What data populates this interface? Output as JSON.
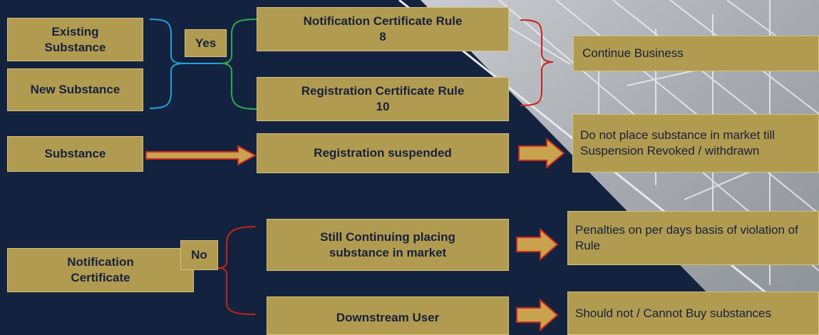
{
  "boxes": {
    "existing_substance": "Existing Substance",
    "new_substance": "New Substance",
    "yes_label": "Yes",
    "notification_certificate_rule8": "Notification Certificate Rule 8",
    "registration_certificate_rule10": "Registration Certificate Rule 10",
    "continue_business": "Continue Business",
    "substance": "Substance",
    "registration_suspended": "Registration suspended",
    "do_not_place": "Do not place substance in market till Suspension Revoked / withdrawn",
    "notification_certificate": "Notification Certificate",
    "no_label": "No",
    "still_continuing": "Still Continuing placing substance in market",
    "penalties": "Penalties on per days basis of violation of Rule",
    "downstream_user": "Downstream User",
    "should_not_buy": "Should not / Cannot Buy substances"
  },
  "colors": {
    "background": "#13233f",
    "box_fill": "#b19b51",
    "box_text": "#16213a",
    "arrow_fill": "#c9a24e",
    "arrow_stroke": "#d02a1e",
    "brace_blue": "#29a0d8",
    "brace_green": "#2fa84f",
    "brace_red": "#c8221c"
  }
}
